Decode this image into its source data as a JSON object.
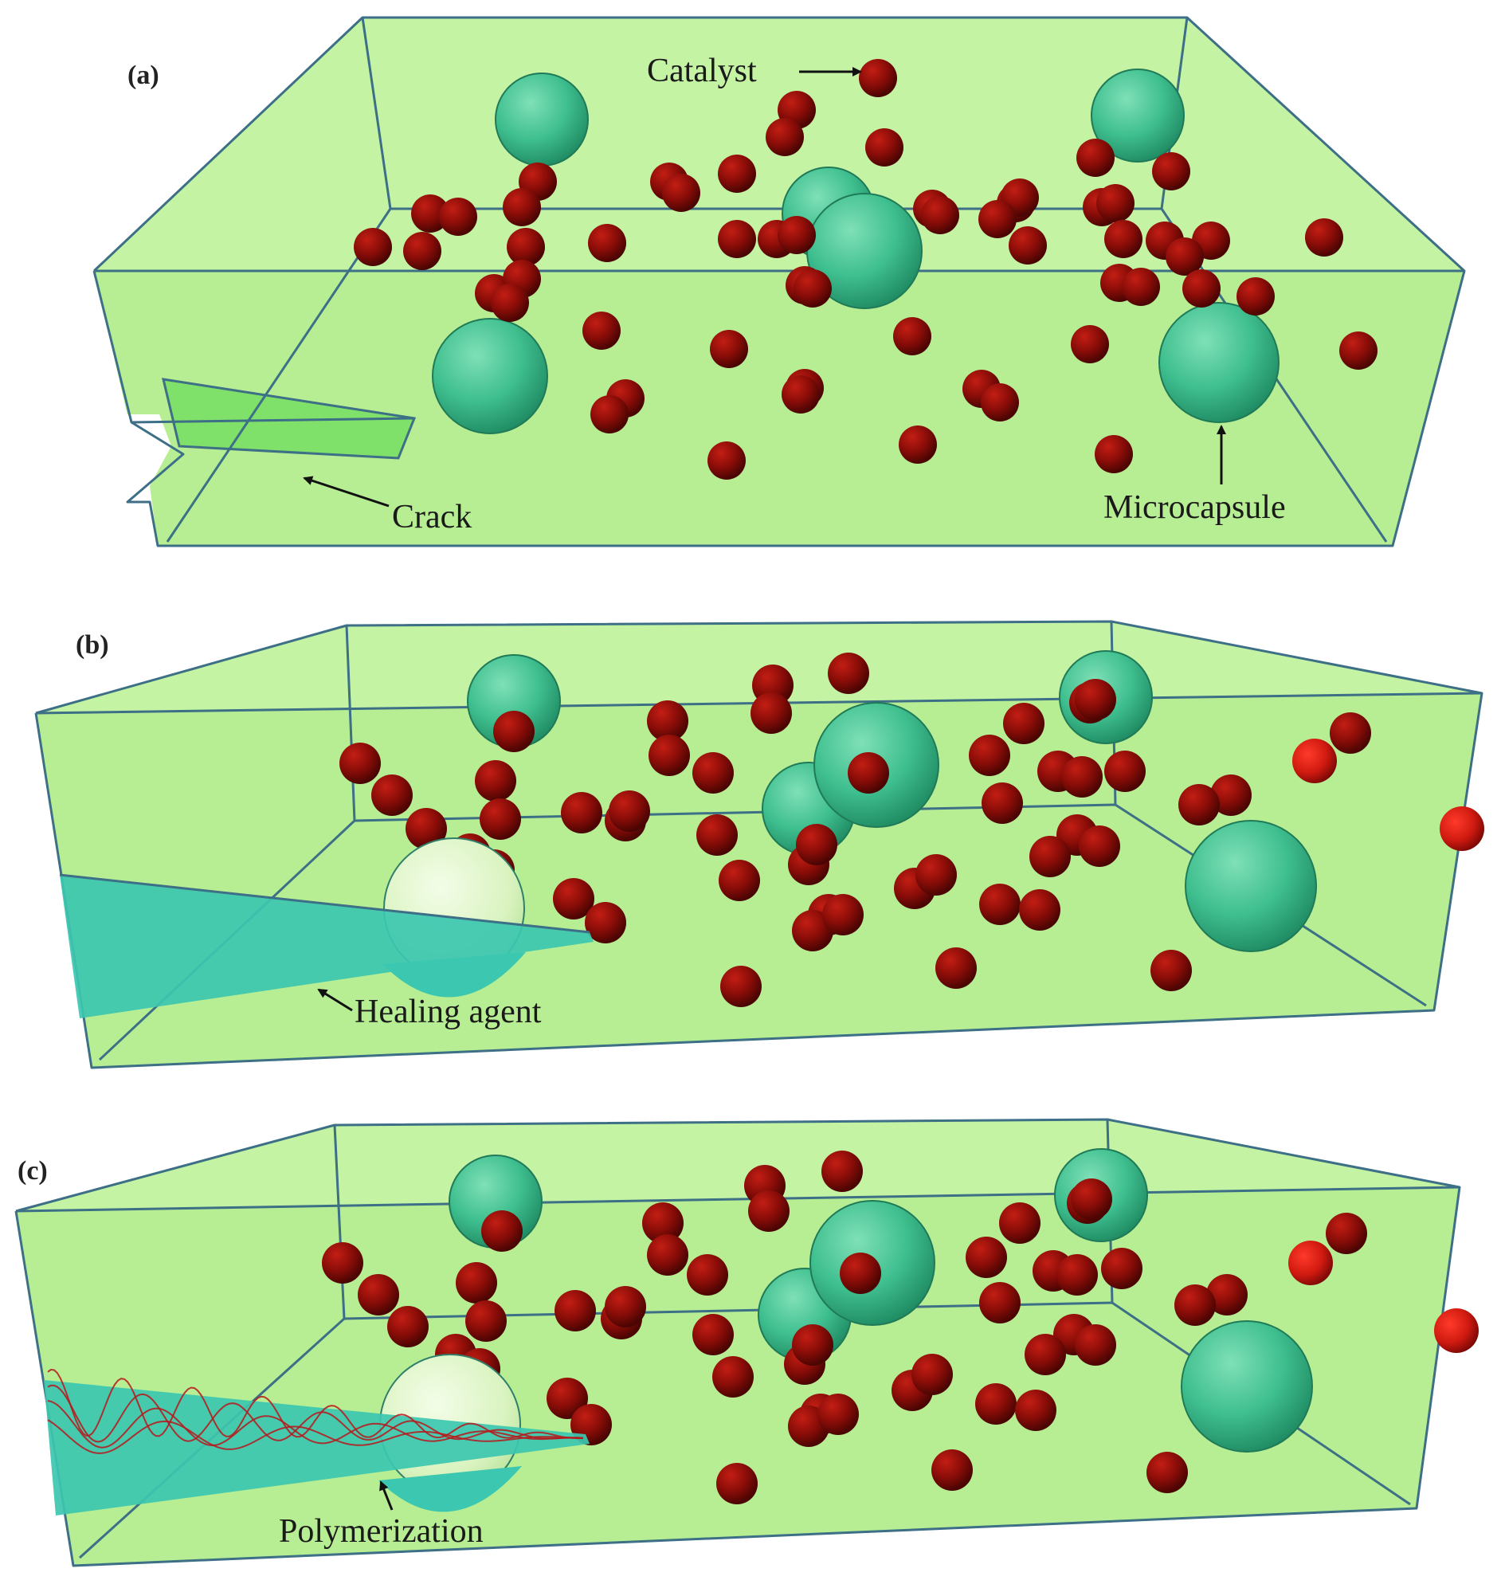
{
  "panels": [
    {
      "label": "(a)",
      "callouts": [
        {
          "text": "Catalyst"
        },
        {
          "text": "Microcapsule"
        },
        {
          "text": "Crack"
        }
      ]
    },
    {
      "label": "(b)",
      "callouts": [
        {
          "text": "Healing agent"
        }
      ]
    },
    {
      "label": "(c)",
      "callouts": [
        {
          "text": "Polymerization"
        }
      ]
    }
  ],
  "colors": {
    "matrix_fill": "#c2f2a0",
    "matrix_front": "#b5ec8f",
    "box_edge": "#3d6f86",
    "catalyst": "#8b0d08",
    "catalyst_highlight": "#d42a1e",
    "microcapsule": "#3fbf8f",
    "microcapsule_empty": "#dff5c8",
    "healing_agent": "#3cc7b0",
    "polymer_strand": "#b8161a",
    "crack_face": "#7fe06a"
  },
  "icons": [
    "catalyst-particle-icon",
    "microcapsule-icon",
    "arrow-icon"
  ]
}
